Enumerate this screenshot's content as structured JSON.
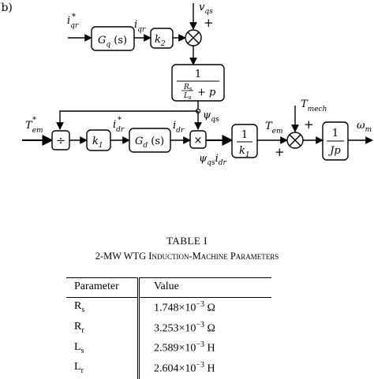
{
  "panel_label": "(b)",
  "diagram": {
    "blocks": {
      "gq": "G_q(s)",
      "k2": "k_2",
      "stator": {
        "num": "1",
        "den_frac_num": "R_s",
        "den_frac_den": "L_s",
        "den_rest": "+ p"
      },
      "div": "÷",
      "k1_left": "k_1",
      "gd": "G_d(s)",
      "mult": "×",
      "inv_k1": {
        "num": "1",
        "den": "k_1"
      },
      "inv_jp": {
        "num": "1",
        "den": "Jp"
      }
    },
    "signals": {
      "iqr_ref": "i*_qr",
      "iqr": "i_qr",
      "vqs": "v_qs",
      "psi_qs": "ψ_qs",
      "tem_ref": "T*_em",
      "idr_ref": "i*_dr",
      "idr": "i_dr",
      "psi_idr": "ψ_qs i_dr",
      "tem": "T_em",
      "tmech": "T_mech",
      "omega": "ω_m"
    },
    "signs": {
      "plus1": "+",
      "plus2": "+",
      "plus3": "+"
    }
  },
  "table": {
    "caption_number": "TABLE I",
    "caption_title_lead": "2-MW WTG ",
    "caption_title_sc": "Induction-Machine Parameters",
    "headers": [
      "Parameter",
      "Value"
    ],
    "rows": [
      {
        "param": "Rs",
        "mantissa": "1.748",
        "exp": "−3",
        "unit": "Ω"
      },
      {
        "param": "Rr",
        "mantissa": "3.253",
        "exp": "−3",
        "unit": "Ω"
      },
      {
        "param": "Ls",
        "mantissa": "2.589",
        "exp": "−3",
        "unit": "H"
      },
      {
        "param": "Lr",
        "mantissa": "2.604",
        "exp": "−3",
        "unit": "H"
      }
    ]
  }
}
